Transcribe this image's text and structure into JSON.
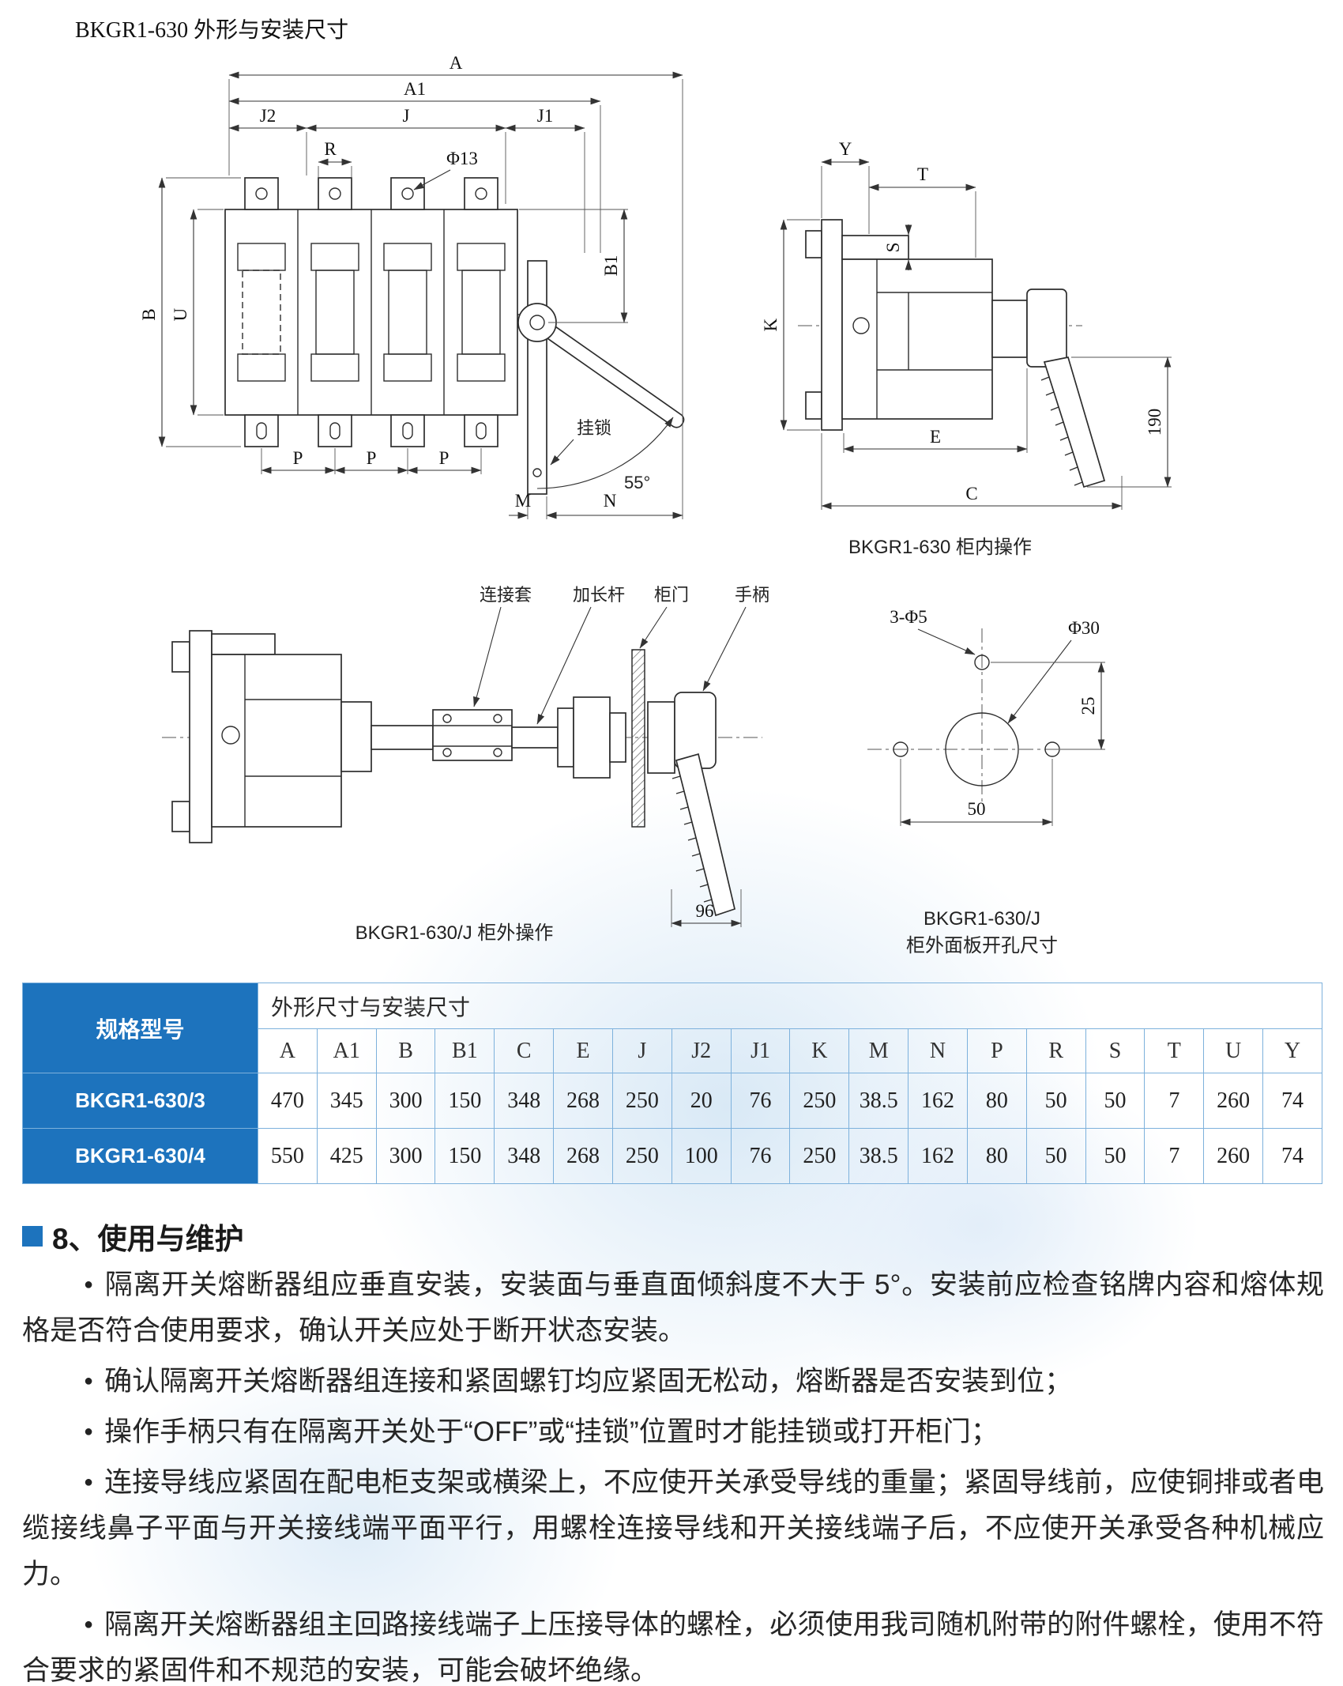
{
  "page": {
    "title": "BKGR1-630 外形与安装尺寸"
  },
  "drawings": {
    "front_view": {
      "dims": {
        "A": "A",
        "A1": "A1",
        "J2": "J2",
        "J": "J",
        "J1": "J1",
        "R": "R",
        "phi13": "Φ13",
        "B": "B",
        "U": "U",
        "B1": "B1",
        "P": "P",
        "M": "M",
        "N": "N",
        "padlock": "挂锁",
        "angle": "55°"
      }
    },
    "cabinet_inside": {
      "caption": "BKGR1-630 柜内操作",
      "dims": {
        "Y": "Y",
        "T": "T",
        "S": "S",
        "K": "K",
        "E": "E",
        "C": "C",
        "h190": "190"
      }
    },
    "cabinet_outside": {
      "caption": "BKGR1-630/J 柜外操作",
      "labels": {
        "coupling": "连接套",
        "rod": "加长杆",
        "door": "柜门",
        "handle": "手柄",
        "dim96": "96"
      }
    },
    "panel_cutout": {
      "caption_line1": "BKGR1-630/J",
      "caption_line2": "柜外面板开孔尺寸",
      "labels": {
        "holes": "3-Φ5",
        "big_hole": "Φ30",
        "dim25": "25",
        "dim50": "50"
      }
    }
  },
  "table": {
    "spec_header": "规格型号",
    "dims_header": "外形尺寸与安装尺寸",
    "columns": [
      "A",
      "A1",
      "B",
      "B1",
      "C",
      "E",
      "J",
      "J2",
      "J1",
      "K",
      "M",
      "N",
      "P",
      "R",
      "S",
      "T",
      "U",
      "Y"
    ],
    "rows": [
      {
        "model": "BKGR1-630/3",
        "values": [
          "470",
          "345",
          "300",
          "150",
          "348",
          "268",
          "250",
          "20",
          "76",
          "250",
          "38.5",
          "162",
          "80",
          "50",
          "50",
          "7",
          "260",
          "74"
        ]
      },
      {
        "model": "BKGR1-630/4",
        "values": [
          "550",
          "425",
          "300",
          "150",
          "348",
          "268",
          "250",
          "100",
          "76",
          "250",
          "38.5",
          "162",
          "80",
          "50",
          "50",
          "7",
          "260",
          "74"
        ]
      }
    ]
  },
  "usage": {
    "bullet_char": "●",
    "heading": "8、使用与维护",
    "bullets": [
      "隔离开关熔断器组应垂直安装，安装面与垂直面倾斜度不大于 5°。安装前应检查铭牌内容和熔体规格是否符合使用要求，确认开关应处于断开状态安装。",
      "确认隔离开关熔断器组连接和紧固螺钉均应紧固无松动，熔断器是否安装到位；",
      "操作手柄只有在隔离开关处于“OFF”或“挂锁”位置时才能挂锁或打开柜门；",
      "连接导线应紧固在配电柜支架或横梁上，不应使开关承受导线的重量；紧固导线前，应使铜排或者电缆接线鼻子平面与开关接线端平面平行，用螺栓连接导线和开关接线端子后，不应使开关承受各种机械应力。",
      "隔离开关熔断器组主回路接线端子上压接导体的螺栓，必须使用我司随机附带的附件螺栓，使用不符合要求的紧固件和不规范的安装，可能会破坏绝缘。"
    ]
  },
  "colors": {
    "accent_blue": "#1d73bd",
    "table_border": "#7db1dc"
  }
}
